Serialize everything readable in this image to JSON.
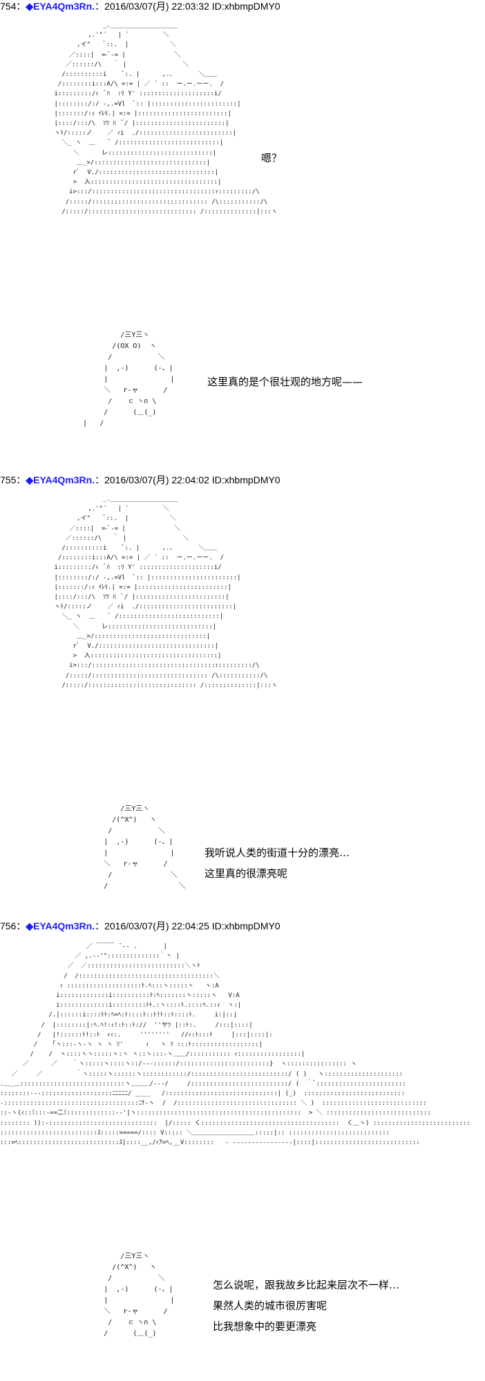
{
  "posts": [
    {
      "number": "754：",
      "trip": "◆EYA4Qm3Rn.",
      "meta": "：2016/03/07(月) 22:03:32 ID:xhbmpDMY0",
      "top_dialogue": [
        "嗯？"
      ],
      "bottom_dialogue": [
        "这里真的是个很壮观的地方呢——"
      ]
    },
    {
      "number": "755：",
      "trip": "◆EYA4Qm3Rn.",
      "meta": "：2016/03/07(月) 22:04:02 ID:xhbmpDMY0",
      "bottom_dialogue": [
        "我听说人类的街道十分的漂亮…",
        "这里真的很漂亮呢"
      ]
    },
    {
      "number": "756：",
      "trip": "◆EYA4Qm3Rn.",
      "meta": "：2016/03/07(月) 22:04:25 ID:xhbmpDMY0",
      "bottom_dialogue": [
        "怎么说呢，跟我故乡比起来层次不一样…",
        "果然人类的城市很厉害呢",
        "比我想象中的要更漂亮"
      ]
    }
  ]
}
